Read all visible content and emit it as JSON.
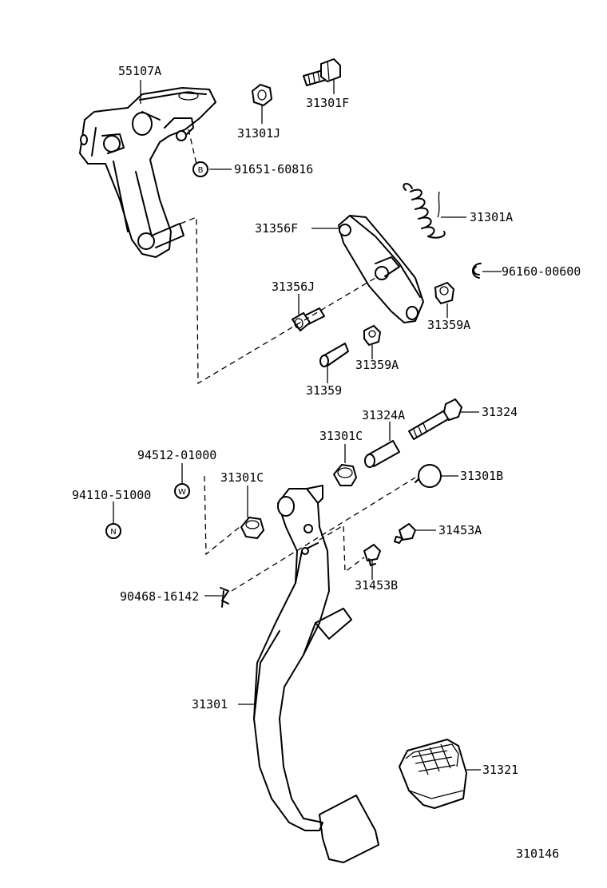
{
  "labels": {
    "p55107A": "55107A",
    "p31301F": "31301F",
    "p31301J": "31301J",
    "p91651": "91651-60816",
    "p31356F": "31356F",
    "p31301A": "31301A",
    "p96160": "96160-00600",
    "p31356J": "31356J",
    "p31359A_1": "31359A",
    "p31359A_2": "31359A",
    "p31359": "31359",
    "p31324A": "31324A",
    "p31324": "31324",
    "p31301C_1": "31301C",
    "p94512": "94512-01000",
    "p31301C_2": "31301C",
    "p31301B": "31301B",
    "p94110": "94110-51000",
    "p31453A": "31453A",
    "p31453B": "31453B",
    "p90468": "90468-16142",
    "p31301": "31301",
    "p31321": "31321",
    "diagram_number": "310146"
  },
  "badges": {
    "B": "B",
    "W": "W",
    "N": "N"
  },
  "icons": [
    "bracket",
    "bolt",
    "nut",
    "spring",
    "link-plate",
    "pin",
    "bushing",
    "clip",
    "pedal-arm",
    "pedal-pad"
  ]
}
